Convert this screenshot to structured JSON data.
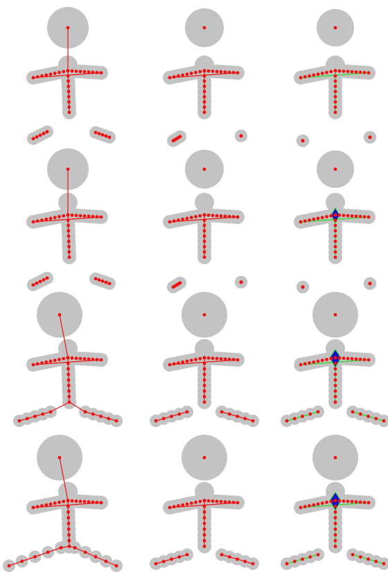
{
  "colors": {
    "body": "#c3c3c3",
    "skeleton": "#ee1111",
    "joint": "#ee1111",
    "green_edge": "#22dd22",
    "blue_fill": "#1111cc"
  },
  "panels": [
    {
      "name": "panel-r1-c1",
      "row": 1,
      "col": 1
    },
    {
      "name": "panel-r1-c2",
      "row": 1,
      "col": 2
    },
    {
      "name": "panel-r1-c3",
      "row": 1,
      "col": 3
    },
    {
      "name": "panel-r2-c1",
      "row": 2,
      "col": 1
    },
    {
      "name": "panel-r2-c2",
      "row": 2,
      "col": 2
    },
    {
      "name": "panel-r2-c3",
      "row": 2,
      "col": 3
    },
    {
      "name": "panel-r3-c1",
      "row": 3,
      "col": 1
    },
    {
      "name": "panel-r3-c2",
      "row": 3,
      "col": 2
    },
    {
      "name": "panel-r3-c3",
      "row": 3,
      "col": 3
    },
    {
      "name": "panel-r4-c1",
      "row": 4,
      "col": 1
    },
    {
      "name": "panel-r4-c2",
      "row": 4,
      "col": 2
    },
    {
      "name": "panel-r4-c3",
      "row": 4,
      "col": 3
    }
  ]
}
